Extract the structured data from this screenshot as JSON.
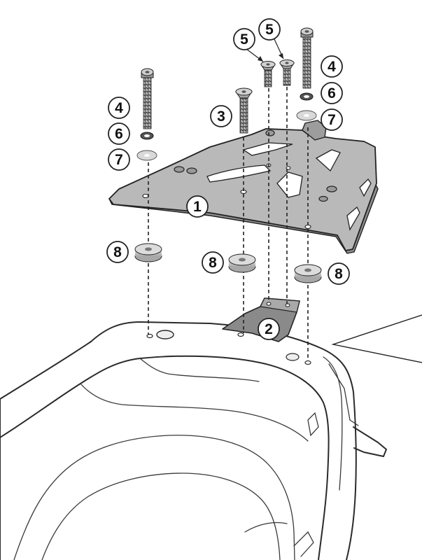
{
  "callouts": {
    "c1": "1",
    "c2": "2",
    "c3": "3",
    "c4_left": "4",
    "c4_right": "4",
    "c5_left": "5",
    "c5_right": "5",
    "c6_left": "6",
    "c6_right": "6",
    "c7_left": "7",
    "c7_right": "7",
    "c8_left": "8",
    "c8_mid": "8",
    "c8_right": "8"
  },
  "colors": {
    "plate": "#b9b9b9",
    "plate_shadow": "#8e8e8e",
    "bracket": "#8a8a8a",
    "spacer": "#c9c9c9",
    "washer": "#d9d9d9",
    "line": "#222222",
    "callout_fill": "#ffffff"
  }
}
